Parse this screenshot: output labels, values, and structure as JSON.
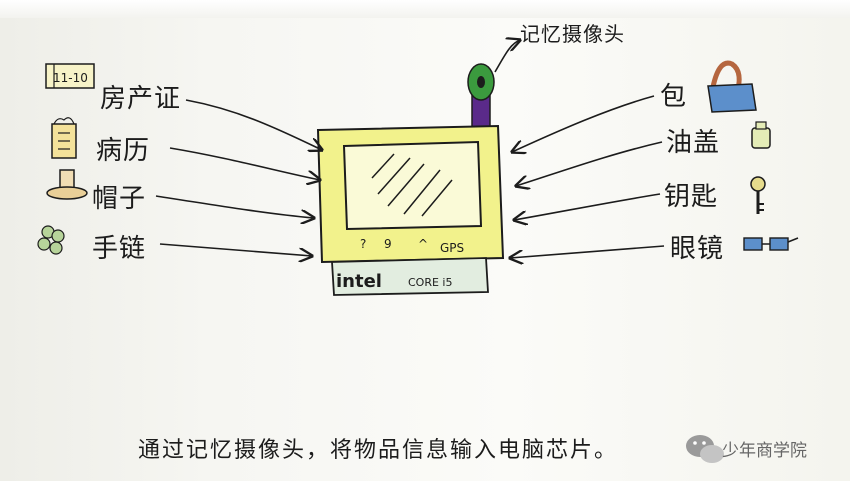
{
  "labels": {
    "left": [
      "房产证",
      "病历",
      "帽子",
      "手链"
    ],
    "right": [
      "包",
      "油盖",
      "钥匙",
      "眼镜"
    ],
    "camera": "记忆摄像头"
  },
  "device": {
    "chip_brand": "intel",
    "chip_model": "CORE i5",
    "indicators": [
      "?",
      "9",
      "^",
      "GPS"
    ]
  },
  "deed_icon_text": "11-10",
  "caption": "通过记忆摄像头，将物品信息输入电脑芯片。",
  "brand": "少年商学院",
  "icons": [
    "deed-icon",
    "scroll-icon",
    "hat-icon",
    "bracelet-icon",
    "bag-icon",
    "oil-cap-icon",
    "key-icon",
    "glasses-icon",
    "wechat-icon",
    "camera-icon"
  ],
  "colors": {
    "screen_frame": "#f2f28c",
    "screen": "#fafad7",
    "chip": "#e2ede0",
    "camera_stick": "#5a2a8a",
    "camera_lens": "#3b9a3e",
    "ink": "#1c1c1c"
  }
}
